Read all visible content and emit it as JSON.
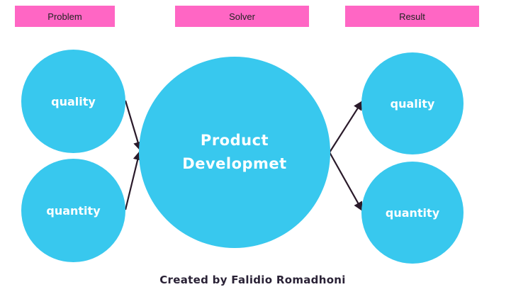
{
  "colors": {
    "header_fill": "#ff66c4",
    "node_fill": "#38c8ee",
    "node_text": "#ffffff",
    "arrow": "#2a1a2a",
    "credit_text": "#2a2236"
  },
  "headers": {
    "problem": "Problem",
    "solver": "Solver",
    "result": "Result"
  },
  "problem": {
    "quality": "quality",
    "quantity": "quantity"
  },
  "solver": {
    "label": "Product Developmet"
  },
  "result": {
    "quality": "quality",
    "quantity": "quantity"
  },
  "credit": "Created by Falidio Romadhoni"
}
